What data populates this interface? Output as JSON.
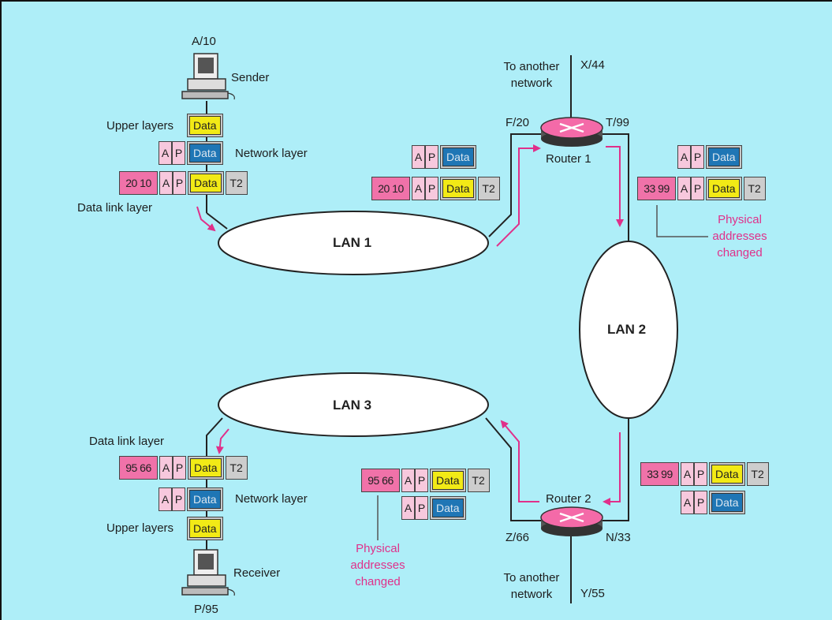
{
  "colors": {
    "background": "#aeeef8",
    "frame": "#111111",
    "header": "#f072a9",
    "ap": "#f7c8dd",
    "data_yellow": "#f2ea16",
    "data_blue": "#1f76b5",
    "trailer": "#cdcdcd",
    "arrow": "#e0308a",
    "router": "#f46aa8"
  },
  "sender": {
    "address": "A/10",
    "label": "Sender"
  },
  "receiver": {
    "address": "P/95",
    "label": "Receiver"
  },
  "layers": {
    "upper": "Upper layers",
    "network": "Network layer",
    "datalink": "Data link layer"
  },
  "packet": {
    "a": "A",
    "p": "P",
    "data": "Data",
    "trailer": "T2"
  },
  "headers": {
    "lan1": "20 10",
    "lan2": "33 99",
    "lan3": "95 66"
  },
  "lans": {
    "lan1": "LAN 1",
    "lan2": "LAN 2",
    "lan3": "LAN 3"
  },
  "router1": {
    "label": "Router 1",
    "left_port": "F/20",
    "right_port": "T/99",
    "top_address": "X/44",
    "other_network": "To another network"
  },
  "router2": {
    "label": "Router 2",
    "left_port": "Z/66",
    "right_port": "N/33",
    "bottom_address": "Y/55",
    "other_network": "To another network"
  },
  "notes": {
    "physical_changed": "Physical addresses changed"
  }
}
